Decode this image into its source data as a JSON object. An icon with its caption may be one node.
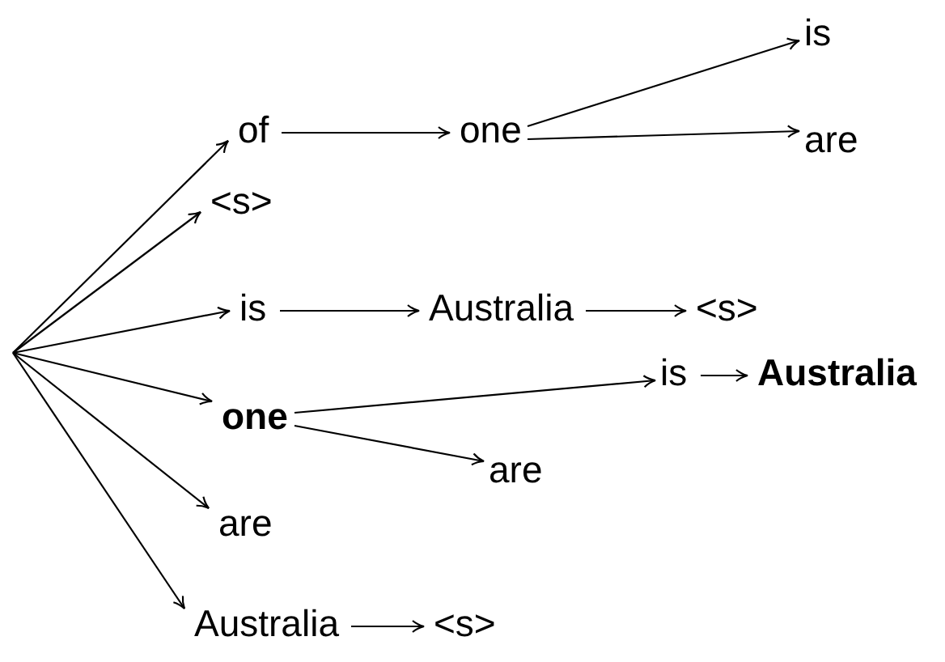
{
  "diagram": {
    "nodes": [
      {
        "text": [
          "of"
        ]
      },
      {
        "text": [
          "one"
        ]
      },
      {
        "text": [
          "is"
        ]
      },
      {
        "text": [
          "are"
        ]
      },
      {
        "text": [
          "<s>"
        ]
      },
      {
        "text": [
          "is"
        ]
      },
      {
        "text": [
          "Australia"
        ]
      },
      {
        "text": [
          "<s>"
        ]
      },
      {
        "text": [
          "is"
        ]
      },
      {
        "text": [
          "Australia"
        ]
      },
      {
        "text": [
          "one"
        ]
      },
      {
        "text": [
          "are"
        ]
      },
      {
        "text": [
          "are"
        ]
      },
      {
        "text": [
          "Australia"
        ]
      },
      {
        "text": [
          "<s>"
        ]
      }
    ],
    "edges": [
      {
        "from": null,
        "to": 0,
        "arrow": "to"
      },
      {
        "from": null,
        "to": 4,
        "arrow": "to"
      },
      {
        "from": null,
        "to": 5,
        "arrow": "to"
      },
      {
        "from": null,
        "to": 10,
        "arrow": "to"
      },
      {
        "from": null,
        "to": 12,
        "arrow": "to"
      },
      {
        "from": null,
        "to": 13,
        "arrow": "to"
      },
      {
        "from": 0,
        "to": 1,
        "arrow": "to"
      },
      {
        "from": 1,
        "to": 2,
        "arrow": "to"
      },
      {
        "from": 1,
        "to": 3,
        "arrow": "to"
      },
      {
        "from": 5,
        "to": 6,
        "arrow": "to"
      },
      {
        "from": 6,
        "to": 7,
        "arrow": "to"
      },
      {
        "from": 10,
        "to": 8,
        "arrow": "to"
      },
      {
        "from": 8,
        "to": 9,
        "arrow": "to"
      },
      {
        "from": 10,
        "to": 11,
        "arrow": "to"
      },
      {
        "from": 13,
        "to": 14,
        "arrow": "to"
      }
    ]
  }
}
